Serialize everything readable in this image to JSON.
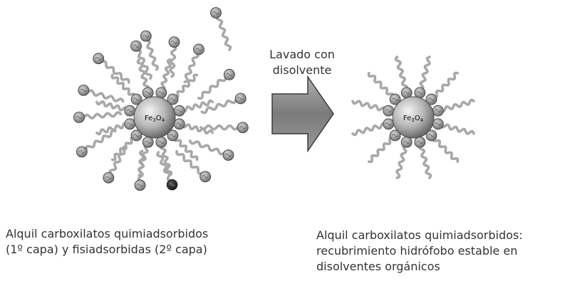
{
  "arrow_label": {
    "line1": "Lavado con",
    "line2": "disolvente"
  },
  "left_particle": {
    "core_label": {
      "main": "Fe",
      "sub1": "3",
      "mid": "O",
      "sub2": "4"
    },
    "caption_line1": "Alquil carboxilatos quimiadsorbidos",
    "caption_line2": "(1º capa) y fisiadsorbidas (2º capa)"
  },
  "right_particle": {
    "core_label": {
      "main": "Fe",
      "sub1": "3",
      "mid": "O",
      "sub2": "4"
    },
    "caption_line1": "Alquil carboxilatos quimiadsorbidos:",
    "caption_line2": "recubrimiento hidrófobo estable en",
    "caption_line3": "disolventes orgánicos"
  },
  "colors": {
    "chain": "#a8a8a8",
    "head_gray": "#8a8a8a",
    "head_dark": "#2a2a2a",
    "core_light": "#f2f2f2",
    "core_dark": "#6e6e6e",
    "arrow_fill": "#8c8c8c",
    "text": "#333333"
  },
  "icons": {
    "molecule_head": "carboxylate-head-icon",
    "core": "fe3o4-nanoparticle-icon",
    "arrow": "right-arrow-icon"
  }
}
